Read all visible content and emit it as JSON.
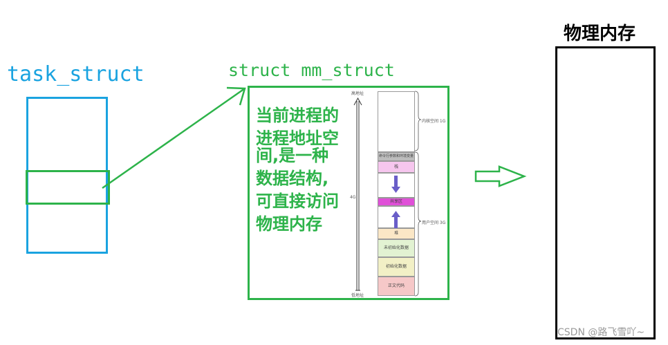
{
  "task": {
    "label": "task_struct"
  },
  "mm": {
    "label": "struct mm_struct",
    "description_lines": [
      "当前进程的",
      "进程地址空",
      "间,是一种",
      "数据结构,",
      "可直接访问",
      "物理内存"
    ]
  },
  "physical": {
    "title": "物理内存"
  },
  "layout": {
    "high_addr": "高地址",
    "low_addr": "低地址",
    "total": "4G",
    "kernel_label": "内核空间 1G",
    "user_label": "用户空间 3G",
    "segments": [
      {
        "label": "",
        "kind": "kernel"
      },
      {
        "label": "命令行参数和环境变量",
        "kind": "env"
      },
      {
        "label": "栈",
        "kind": "stack"
      },
      {
        "label": "",
        "kind": "gap"
      },
      {
        "label": "共享区",
        "kind": "shared"
      },
      {
        "label": "",
        "kind": "gap"
      },
      {
        "label": "堆",
        "kind": "heap"
      },
      {
        "label": "未初始化数据",
        "kind": "bss"
      },
      {
        "label": "初始化数据",
        "kind": "data"
      },
      {
        "label": "正文代码",
        "kind": "text"
      }
    ]
  },
  "colors": {
    "blue": "#1aa3e0",
    "green": "#2db34a",
    "black": "#000000",
    "stack": "#f6c6ee",
    "shared": "#e050d8",
    "heap": "#fbe7c6",
    "bss": "#e2f2d2",
    "data": "#f2f0c6",
    "text": "#f6c8c8",
    "env": "#bdbdbd",
    "arrow": "#6a5ec8"
  },
  "watermark": "CSDN @路飞雪吖~"
}
